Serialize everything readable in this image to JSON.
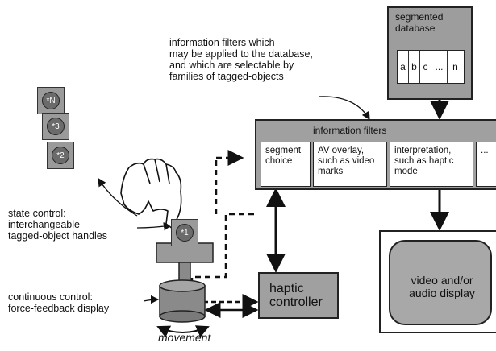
{
  "annotations": {
    "info_filters_note": "information filters which\nmay be applied to the database,\nand which are selectable by\nfamilies of tagged-objects",
    "state_control": "state control:\ninterchangeable\ntagged-object handles",
    "continuous_control": "continuous control:\nforce-feedback display",
    "movement": "movement"
  },
  "database": {
    "title": "segmented\ndatabase",
    "cells": [
      "a",
      "b",
      "c",
      "...",
      "n"
    ]
  },
  "filters": {
    "title": "information filters",
    "items": [
      "segment\nchoice",
      "AV overlay,\nsuch as video\nmarks",
      "interpretation,\nsuch as haptic\nmode",
      "..."
    ]
  },
  "haptic_controller": {
    "label": "haptic\ncontroller"
  },
  "display": {
    "label": "video and/or\naudio display"
  },
  "tokens": [
    "*N",
    "*3",
    "*2",
    "*1"
  ]
}
